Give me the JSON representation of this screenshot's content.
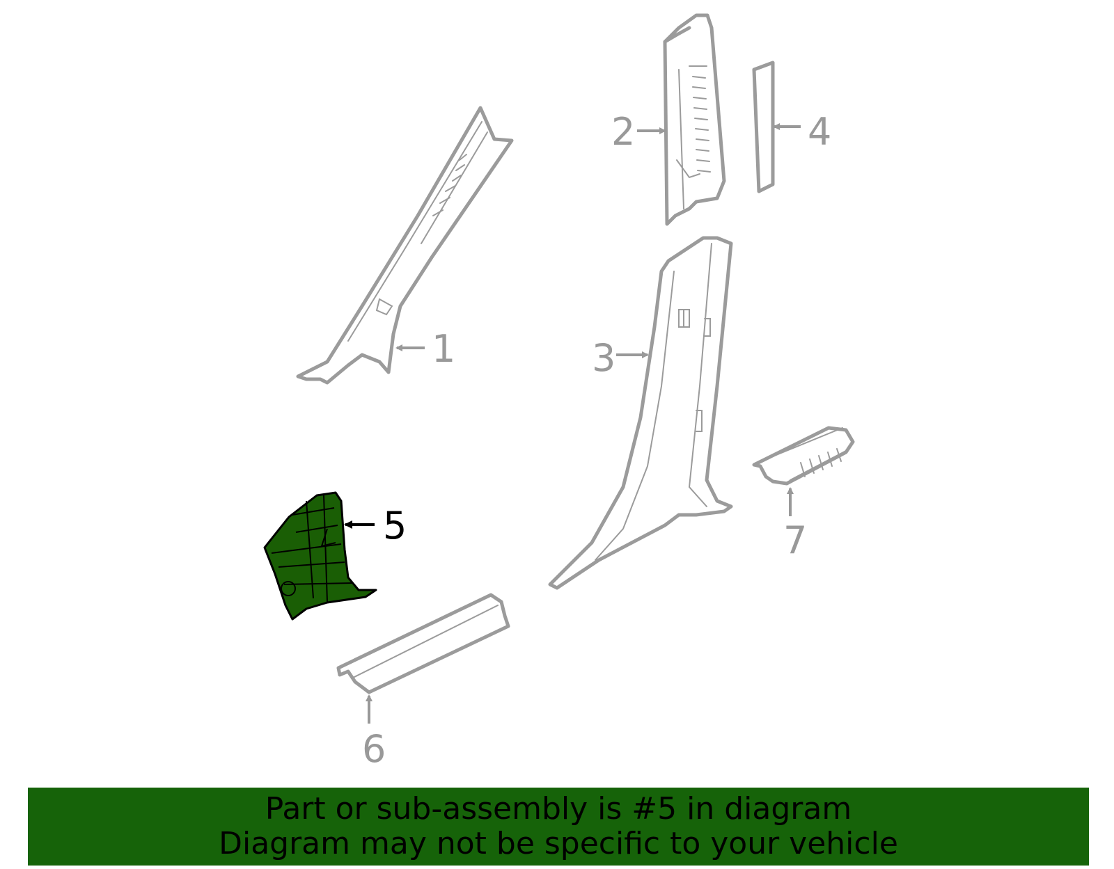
{
  "colors": {
    "highlight": "#1a5e05",
    "banner": "#166309",
    "part_outline": "#9b9b9b",
    "callout_inactive": "#999999",
    "callout_active": "#000000"
  },
  "callouts": [
    {
      "id": "1",
      "label": "1"
    },
    {
      "id": "2",
      "label": "2"
    },
    {
      "id": "3",
      "label": "3"
    },
    {
      "id": "4",
      "label": "4"
    },
    {
      "id": "5",
      "label": "5",
      "highlighted": true
    },
    {
      "id": "6",
      "label": "6"
    },
    {
      "id": "7",
      "label": "7"
    }
  ],
  "banner": {
    "line1": "Part or sub-assembly is #5 in diagram",
    "line2": "Diagram may not be specific to your vehicle"
  }
}
